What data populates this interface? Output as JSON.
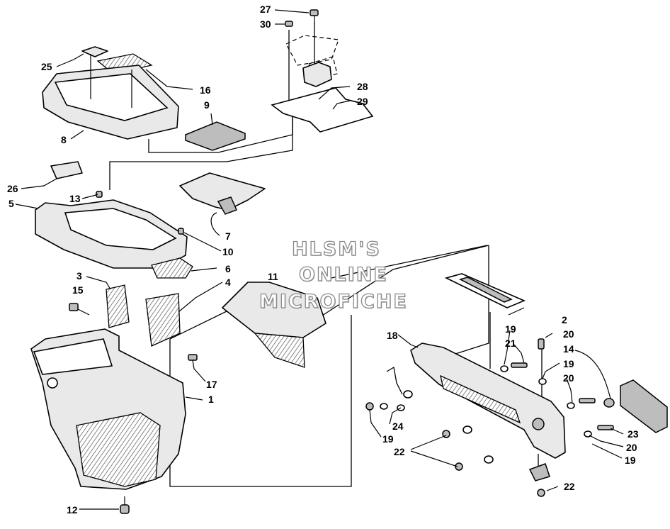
{
  "watermark": {
    "line1": "HLSM'S",
    "line2": "ONLINE",
    "line3": "MICROFICHE"
  },
  "callouts": {
    "c27": "27",
    "c30": "30",
    "c25": "25",
    "c16": "16",
    "c28": "28",
    "c29": "29",
    "c9": "9",
    "c8": "8",
    "c26": "26",
    "c13": "13",
    "c5": "5",
    "c7": "7",
    "c10": "10",
    "c11": "11",
    "c6": "6",
    "c3": "3",
    "c15": "15",
    "c4": "4",
    "c2": "2",
    "c18": "18",
    "c19a": "19",
    "c20a": "20",
    "c21": "21",
    "c14": "14",
    "c19b": "19",
    "c20b": "20",
    "c17": "17",
    "c1": "1",
    "c24": "24",
    "c19c": "19",
    "c22a": "22",
    "c23": "23",
    "c20c": "20",
    "c19d": "19",
    "c12": "12",
    "c22b": "22"
  }
}
